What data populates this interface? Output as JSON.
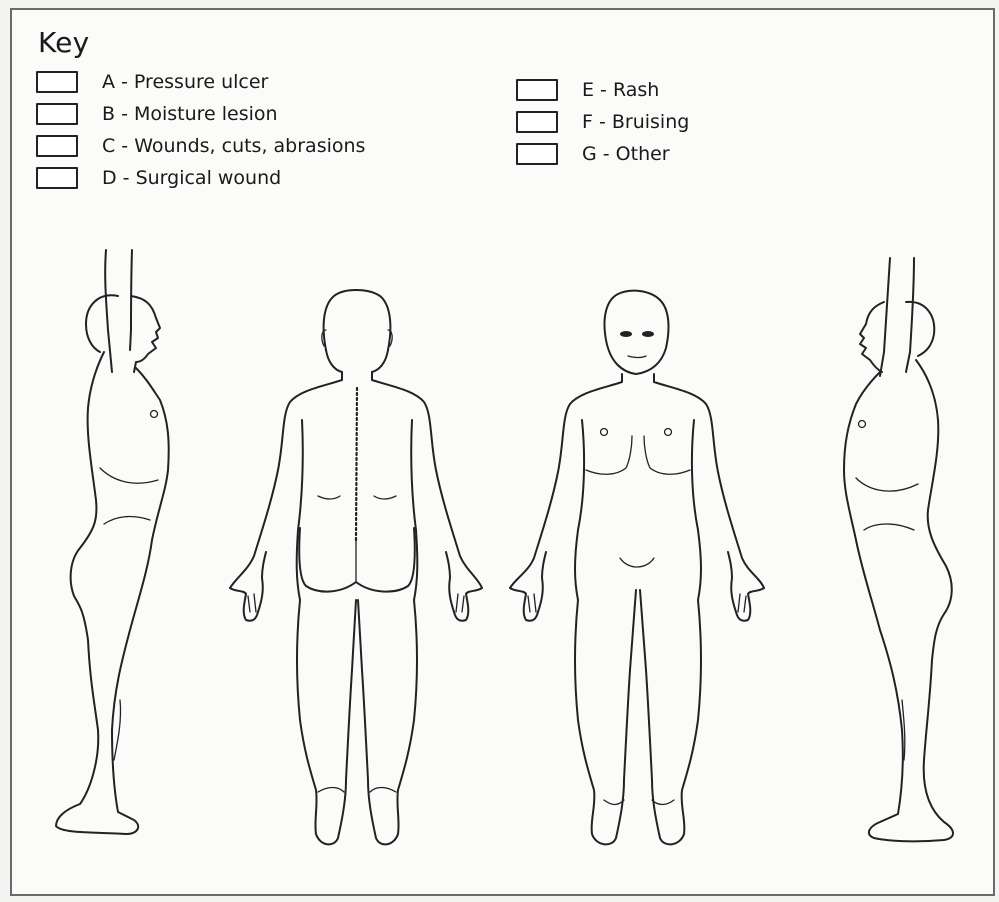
{
  "key": {
    "title": "Key",
    "items_left": [
      {
        "label": "A - Pressure ulcer"
      },
      {
        "label": "B - Moisture lesion"
      },
      {
        "label": "C - Wounds, cuts, abrasions"
      },
      {
        "label": "D - Surgical wound"
      }
    ],
    "items_right": [
      {
        "label": "E - Rash"
      },
      {
        "label": "F - Bruising"
      },
      {
        "label": "G - Other"
      }
    ]
  },
  "figures": [
    {
      "view": "left-side"
    },
    {
      "view": "back"
    },
    {
      "view": "front"
    },
    {
      "view": "right-side"
    }
  ]
}
